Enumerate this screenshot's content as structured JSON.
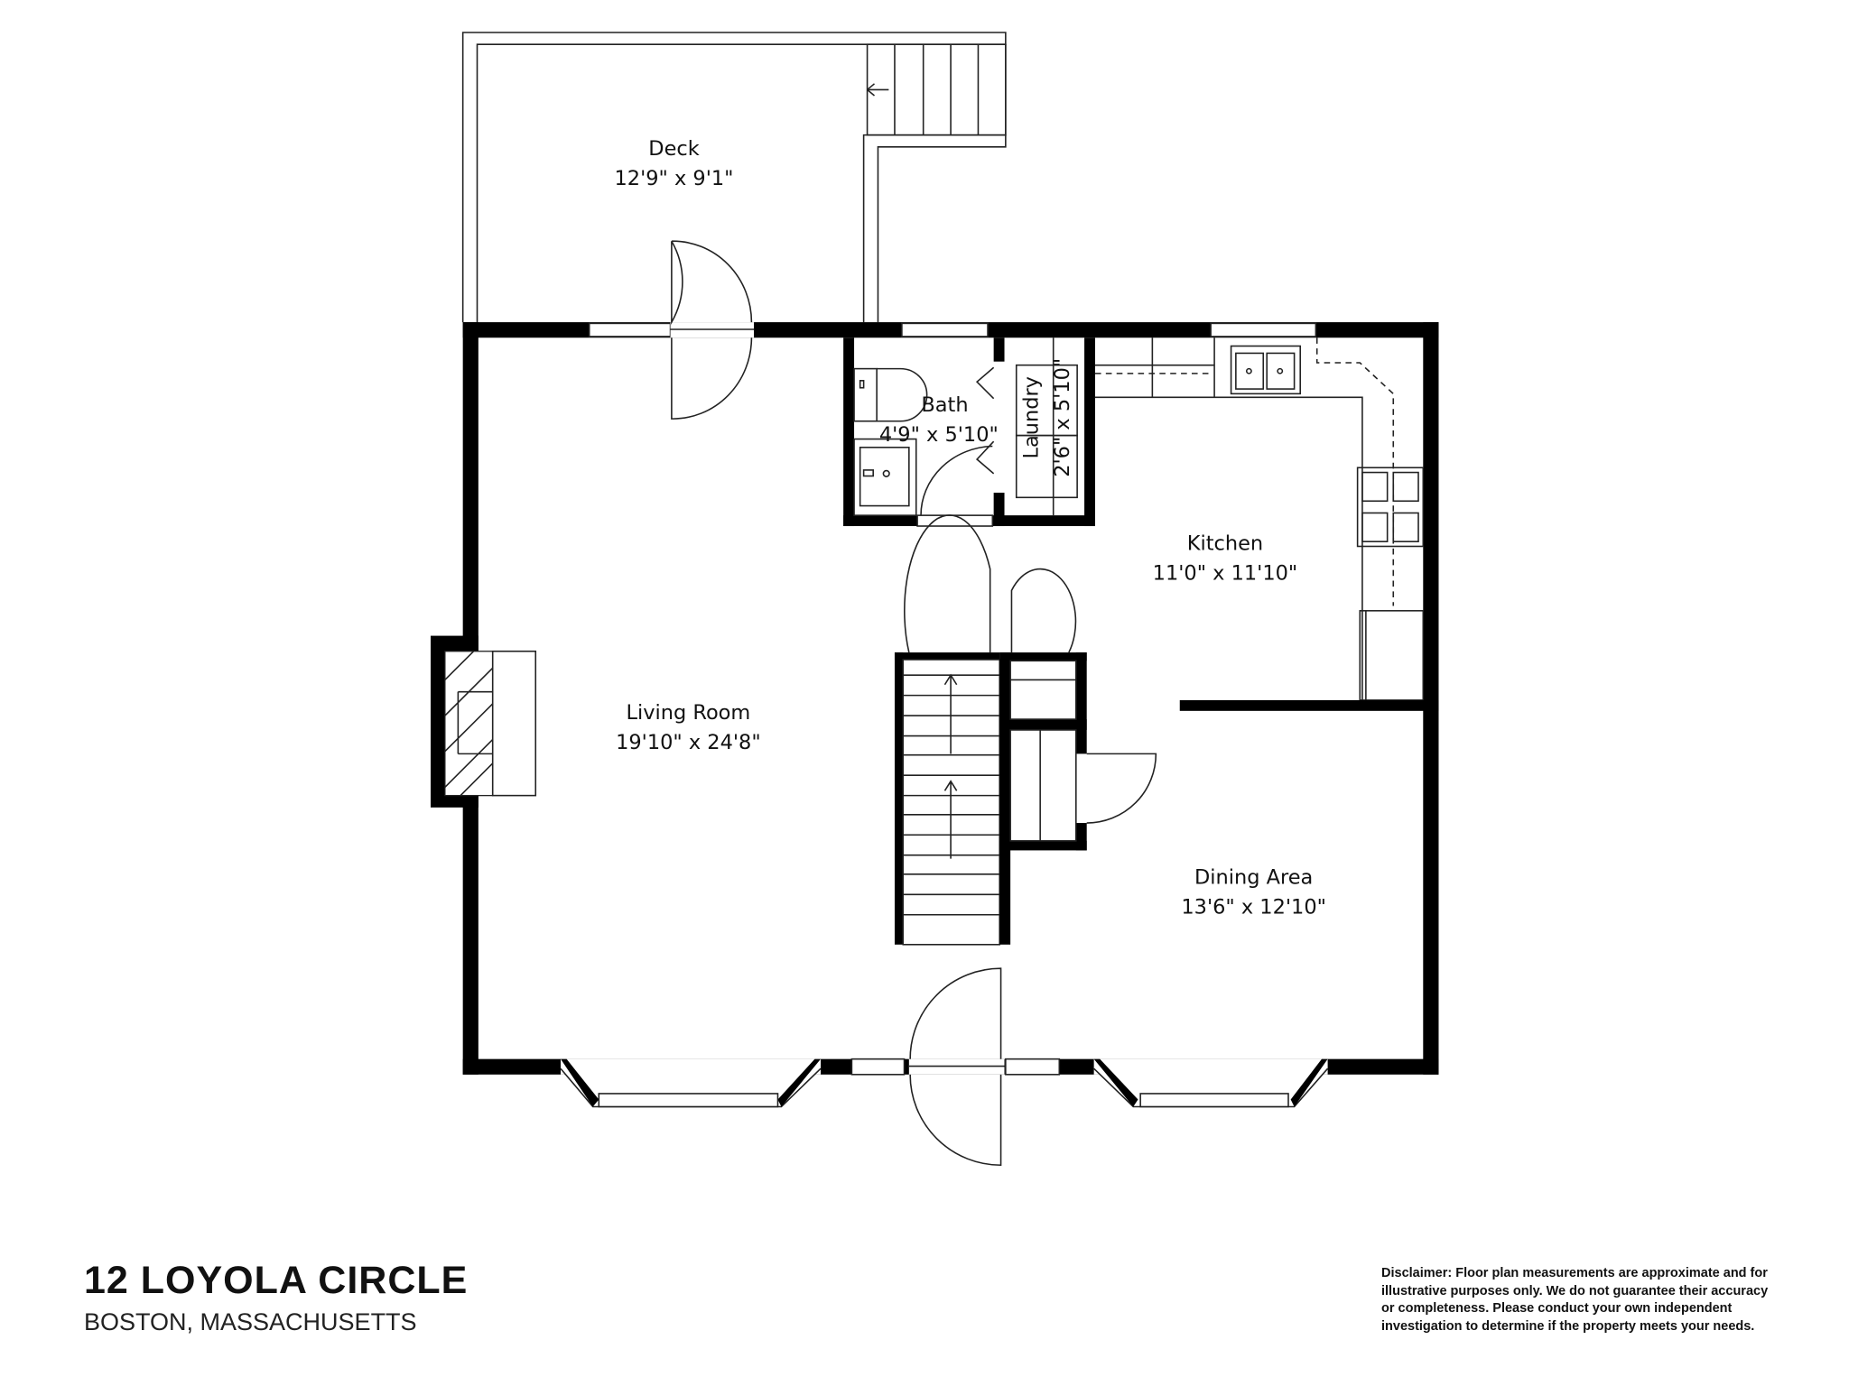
{
  "rooms": {
    "deck": {
      "name": "Deck",
      "size": "12'9\" x 9'1\""
    },
    "bath": {
      "name": "Bath",
      "size": "4'9\" x 5'10\""
    },
    "laundry": {
      "name": "Laundry",
      "size": "2'6\" x 5'10\""
    },
    "kitchen": {
      "name": "Kitchen",
      "size": "11'0\" x 11'10\""
    },
    "living": {
      "name": "Living Room",
      "size": "19'10\" x 24'8\""
    },
    "dining": {
      "name": "Dining Area",
      "size": "13'6\" x 12'10\""
    }
  },
  "footer": {
    "title": "12 LOYOLA CIRCLE",
    "subtitle": "BOSTON, MASSACHUSETTS",
    "disclaimer": "Disclaimer: Floor plan measurements are approximate and for illustrative purposes only. We do not guarantee their accuracy or completeness. Please conduct your own independent investigation to determine if the property meets your needs."
  }
}
